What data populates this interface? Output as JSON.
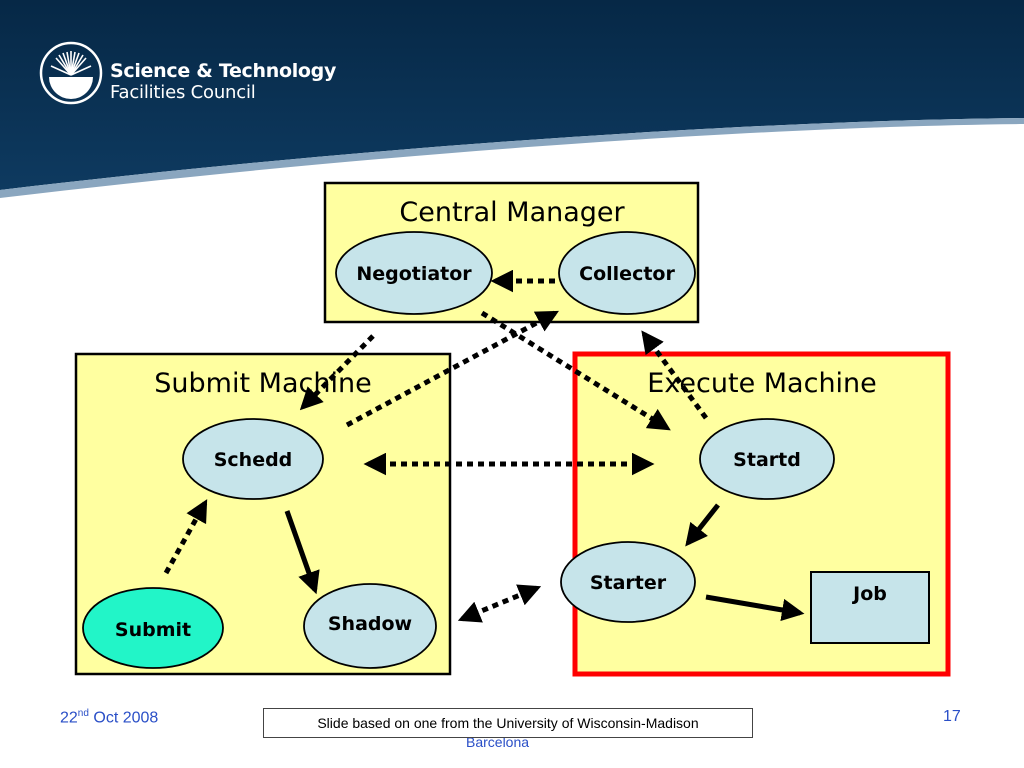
{
  "header": {
    "org_line1": "Science & Technology",
    "org_line2": "Facilities Council"
  },
  "diagram": {
    "central_manager": {
      "title": "Central Manager",
      "negotiator": "Negotiator",
      "collector": "Collector"
    },
    "submit_machine": {
      "title": "Submit Machine",
      "schedd": "Schedd",
      "shadow": "Shadow",
      "submit": "Submit"
    },
    "execute_machine": {
      "title": "Execute Machine",
      "startd": "Startd",
      "starter": "Starter",
      "job": "Job"
    }
  },
  "footer": {
    "date_day": "22",
    "date_suffix": "nd",
    "date_rest": " Oct 2008",
    "note": "Slide based on one from the University of Wisconsin-Madison",
    "city": "Barcelona",
    "page_number": "17"
  },
  "colors": {
    "header_navy": "#0c3558",
    "box_fill": "#ffffa0",
    "ellipse_fill": "#c6e4ea",
    "submit_fill": "#22f5c8",
    "execute_border": "#ff0000",
    "footer_text": "#2a4fc7"
  },
  "icons": {
    "logo": "sunburst-logo-icon"
  }
}
